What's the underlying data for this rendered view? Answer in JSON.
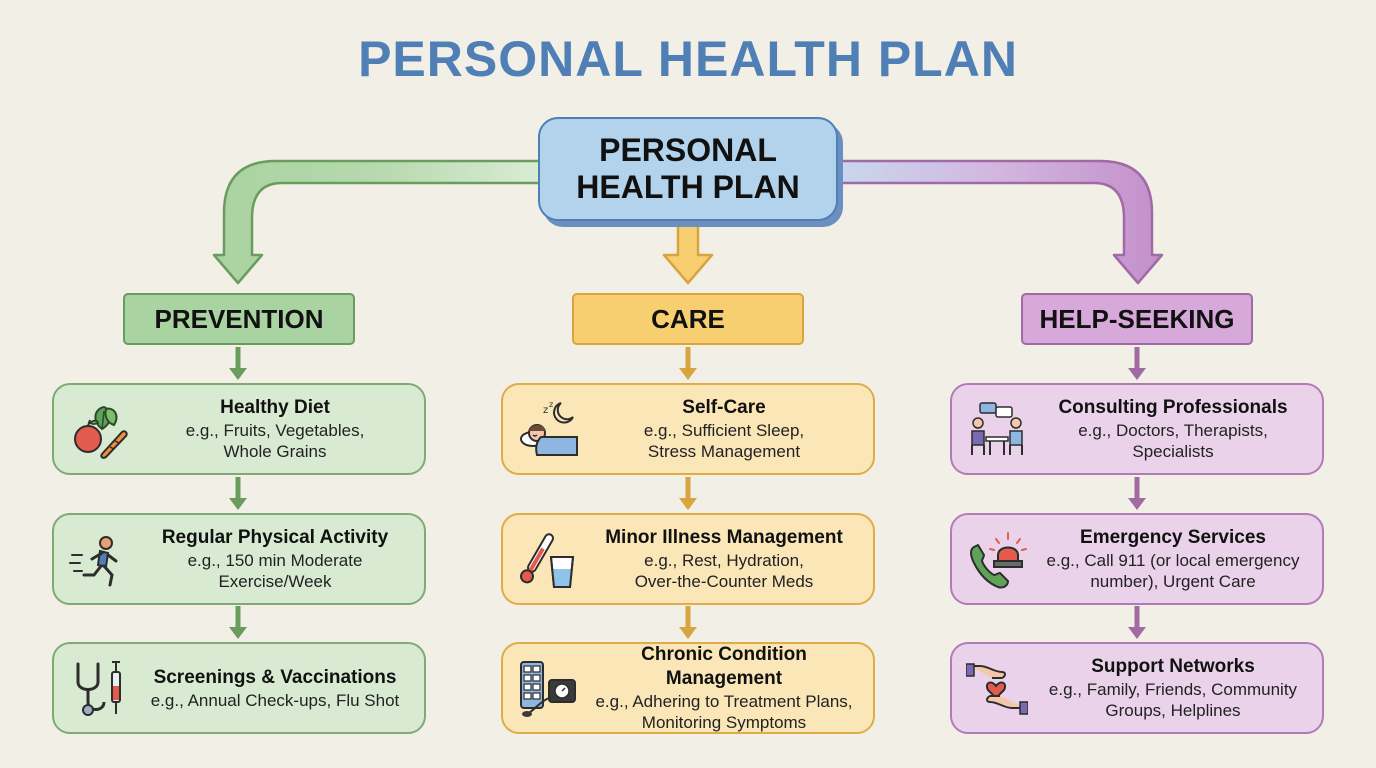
{
  "page_title": "PERSONAL HEALTH PLAN",
  "center": {
    "line1": "PERSONAL",
    "line2": "HEALTH PLAN"
  },
  "colors": {
    "green_fill": "#a9d3a0",
    "green_card": "#d8ebd2",
    "green_stroke": "#6a9c5f",
    "yellow_fill": "#f8cf70",
    "yellow_card": "#fbe6b8",
    "yellow_stroke": "#d8a43c",
    "purple_fill": "#d7a9da",
    "purple_card": "#ead3ea",
    "purple_stroke": "#a06aa5",
    "blue_fill": "#b3d3ec",
    "blue_stroke": "#4f7fb4"
  },
  "columns": [
    {
      "label": "PREVENTION",
      "items": [
        {
          "icon": "fruit-vegetable-icon",
          "title": "Healthy Diet",
          "desc1": "e.g., Fruits, Vegetables,",
          "desc2": "Whole Grains"
        },
        {
          "icon": "runner-icon",
          "title": "Regular Physical Activity",
          "desc1": "e.g., 150 min Moderate",
          "desc2": "Exercise/Week"
        },
        {
          "icon": "stethoscope-syringe-icon",
          "title": "Screenings & Vaccinations",
          "desc1": "e.g., Annual Check-ups, Flu Shot",
          "desc2": ""
        }
      ]
    },
    {
      "label": "CARE",
      "items": [
        {
          "icon": "sleeping-person-icon",
          "title": "Self-Care",
          "desc1": "e.g., Sufficient Sleep,",
          "desc2": "Stress Management"
        },
        {
          "icon": "thermometer-water-icon",
          "title": "Minor Illness Management",
          "desc1": "e.g., Rest, Hydration,",
          "desc2": "Over-the-Counter Meds"
        },
        {
          "icon": "pillbox-bp-monitor-icon",
          "title": "Chronic Condition Management",
          "desc1": "e.g., Adhering to Treatment Plans,",
          "desc2": "Monitoring Symptoms"
        }
      ]
    },
    {
      "label": "HELP-SEEKING",
      "items": [
        {
          "icon": "consultation-icon",
          "title": "Consulting Professionals",
          "desc1": "e.g., Doctors, Therapists,",
          "desc2": "Specialists"
        },
        {
          "icon": "phone-alarm-icon",
          "title": "Emergency Services",
          "desc1": "e.g., Call 911 (or local emergency",
          "desc2": "number), Urgent Care"
        },
        {
          "icon": "hands-heart-icon",
          "title": "Support Networks",
          "desc1": "e.g., Family, Friends, Community",
          "desc2": "Groups, Helplines"
        }
      ]
    }
  ]
}
